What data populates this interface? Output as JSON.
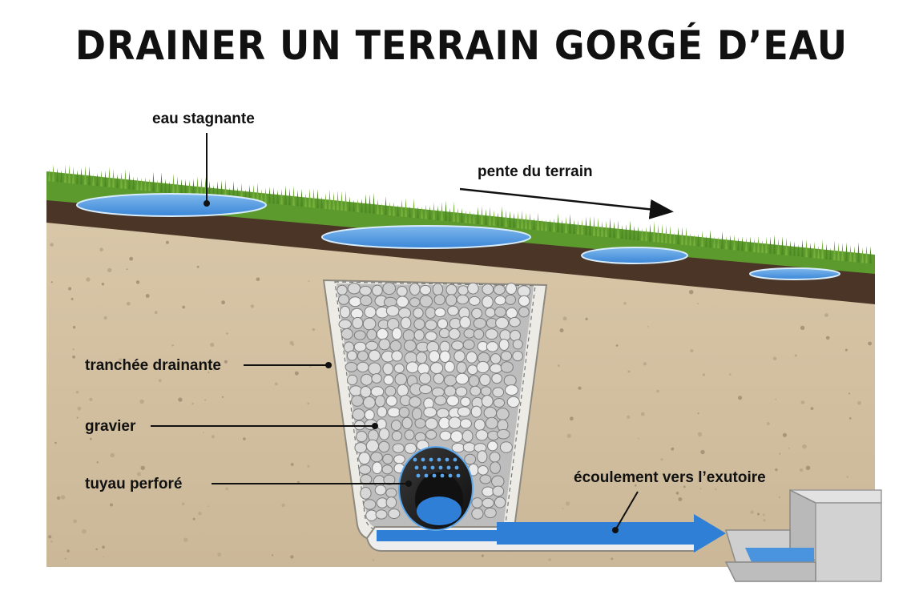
{
  "title": "DRAINER UN TERRAIN GORGÉ D’EAU",
  "labels": {
    "standing_water": "eau stagnante",
    "slope": "pente du terrain",
    "trench": "tranchée drainante",
    "gravel": "gravier",
    "pipe": "tuyau perforé",
    "outflow": "écoulement vers l’exutoire"
  },
  "colors": {
    "grass": "#5d9a2e",
    "topsoil": "#4a3526",
    "soil": "#d6c4a6",
    "gravel": "#c9c9c9",
    "water": "#2f7fd6",
    "pipe": "#1c1c1c"
  }
}
